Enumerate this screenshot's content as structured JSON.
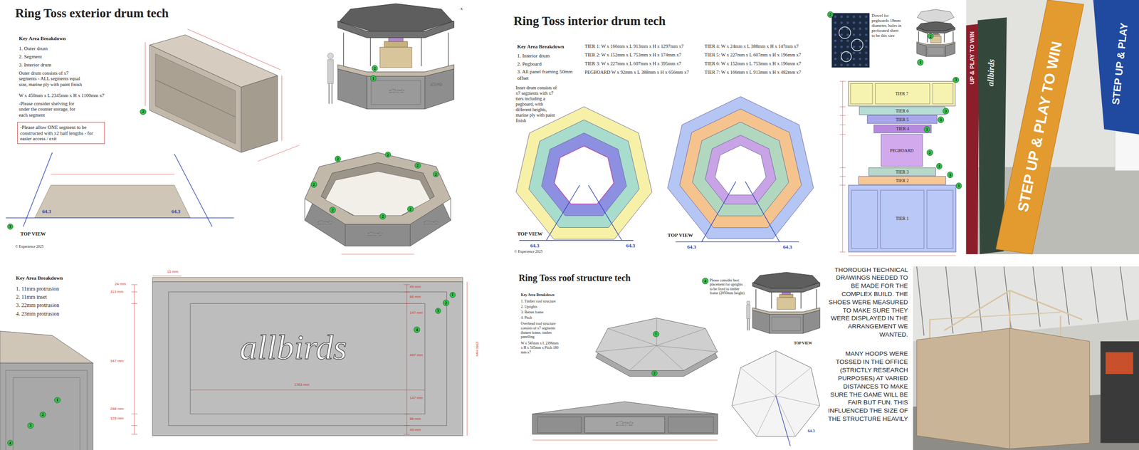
{
  "diagram": {
    "nodes": [
      {
        "text": [
          "-Please allow ONE segment to be constructed with x2 half lengths - for easier access / exit"
        ]
      },
      {
        "text": [
          "TIER 7"
        ]
      },
      {
        "text": [
          "TIER 6"
        ]
      },
      {
        "text": [
          "TIER 5"
        ]
      },
      {
        "text": [
          "TIER 4"
        ]
      },
      {
        "text": [
          "PEGBOARD"
        ]
      },
      {
        "text": [
          "TIER 3"
        ]
      },
      {
        "text": [
          "TIER 2"
        ]
      },
      {
        "text": [
          "TIER 1"
        ]
      },
      {
        "text": [
          "UP & PLAY TO WIN"
        ]
      },
      {
        "text": [
          "allbirds"
        ]
      },
      {
        "text": [
          "STEP UP & PLAY TO WIN"
        ]
      },
      {
        "text": [
          "STEP UP & PLAY"
        ]
      },
      {
        "text": [
          "2"
        ]
      },
      {
        "text": [
          "3"
        ]
      },
      {
        "text": [
          "2"
        ]
      },
      {
        "text": [
          "1"
        ]
      },
      {
        "text": [
          "2"
        ]
      },
      {
        "text": [
          "2"
        ]
      },
      {
        "text": [
          "2"
        ]
      },
      {
        "text": [
          "2"
        ]
      },
      {
        "text": [
          "2"
        ]
      },
      {
        "text": [
          "2"
        ]
      },
      {
        "text": [
          "2"
        ]
      },
      {
        "text": [
          "2"
        ]
      },
      {
        "text": [
          "1"
        ]
      },
      {
        "text": [
          "2"
        ]
      },
      {
        "text": [
          "3"
        ]
      },
      {
        "text": [
          "4"
        ]
      },
      {
        "text": [
          "1"
        ]
      },
      {
        "text": [
          "2"
        ]
      },
      {
        "text": [
          "3"
        ]
      },
      {
        "text": [
          "4"
        ]
      },
      {
        "text": [
          "2"
        ]
      },
      {
        "text": [
          "2"
        ]
      },
      {
        "text": [
          "1"
        ]
      },
      {
        "text": [
          "3"
        ]
      },
      {
        "text": [
          "3"
        ]
      },
      {
        "text": [
          "3"
        ]
      },
      {
        "text": [
          "3"
        ]
      },
      {
        "text": [
          "2"
        ]
      },
      {
        "text": [
          "3"
        ]
      },
      {
        "text": [
          "3"
        ]
      },
      {
        "text": [
          "1"
        ]
      },
      {
        "text": [
          "4"
        ]
      },
      {
        "text": [
          "1"
        ]
      },
      {
        "text": [
          "2"
        ]
      }
    ],
    "labels": [
      "Ring Toss exterior drum tech",
      "Key Area Breakdown",
      "1. Outer drum",
      "2. Segment",
      "3. Interior drum",
      "Outer drum consists of x7 segments - ALL segments equal size, marine ply with paint finish",
      "W x 450mm x L 2345mm x H x 1100mm x7",
      "-Please consider shelving for under the counter storage, for each segment",
      "x",
      "64.3",
      "64.3",
      "TOP VIEW",
      "© Experience 2025",
      "allbirds",
      "allbirds",
      "allbirds",
      "allbirds",
      "allbirds",
      "Key Area Breakdown",
      "1. 11mm protrusion",
      "2. 11mm inset",
      "3. 22mm protrusion",
      "4. 23mm protrusion",
      "15 mm",
      "24 mm",
      "113 mm",
      "49 mm",
      "86 mm",
      "147 mm",
      "497 mm",
      "947 mm",
      "1763 mm",
      "147 mm",
      "86 mm",
      "49 mm",
      "288 mm",
      "128 mm",
      "1560 mm",
      "allbirds",
      "Ring Toss interior drum tech",
      "Key Area Breakdown",
      "1. Interior drum",
      "2. Pegboard",
      "3. All panel framing 50mm offset",
      "Inner drum consists of x7 segments with x7 tiers including a pegboard, with different heights, marine ply with paint finish",
      "TIER 1: W x 166mm x L 913mm x H x 1297mm x7",
      "TIER 2: W x 152mm x L 753mm x H x 174mm x7",
      "TIER 3: W x 227mm x L 607mm x H x 395mm x7",
      "PEGBOARD W x 92mm x L 388mm x H x 656mm x7",
      "TIER 4: W x 24mm x L 388mm x H x 147mm x7",
      "TIER 5: W x 227mm x L 607mm x H x 196mm x7",
      "TIER 6: W x 152mm x L 753mm x H x 196mm x7",
      "TIER 7: W x 166mm x L 913mm x H x 482mm x7",
      "Dowel for pegboards 18mm diameter, holes in perforated sheet to be this size",
      "64.3",
      "64.3",
      "TOP VIEW",
      "64.3",
      "64.3",
      "TOP VIEW",
      "© Experience 2025",
      "Ring Toss roof structure tech",
      "Key Area Breakdown",
      "1. Timber roof structure",
      "2. Uprights",
      "3. Batten frame",
      "4. Pitch",
      "Overhead roof structure consists of x7 segments (batten frame, timber panelling",
      "W x 545mm x L 2396mm x H x 545mm x Pitch 180 mm x7",
      "Please consider best placement for uprights to be fixed to timber frame (2050mm height)",
      "allbirds",
      "TOP VIEW",
      "64.3",
      "THOROUGH TECHNICAL DRAWINGS NEEDED TO BE MADE FOR THE COMPLEX BUILD. THE SHOES WERE MEASURED TO MAKE SURE THEY WERE DISPLAYED IN THE ARRANGEMENT WE WANTED.",
      "MANY HOOPS WERE TOSSED IN THE OFFICE (STRICTLY RESEARCH PURPOSES) AT VARIED DISTANCES TO MAKE SURE THE GAME WILL BE FAIR BUT FUN. THIS INFLUENCED THE SIZE OF THE STRUCTURE HEAVILY"
    ]
  }
}
